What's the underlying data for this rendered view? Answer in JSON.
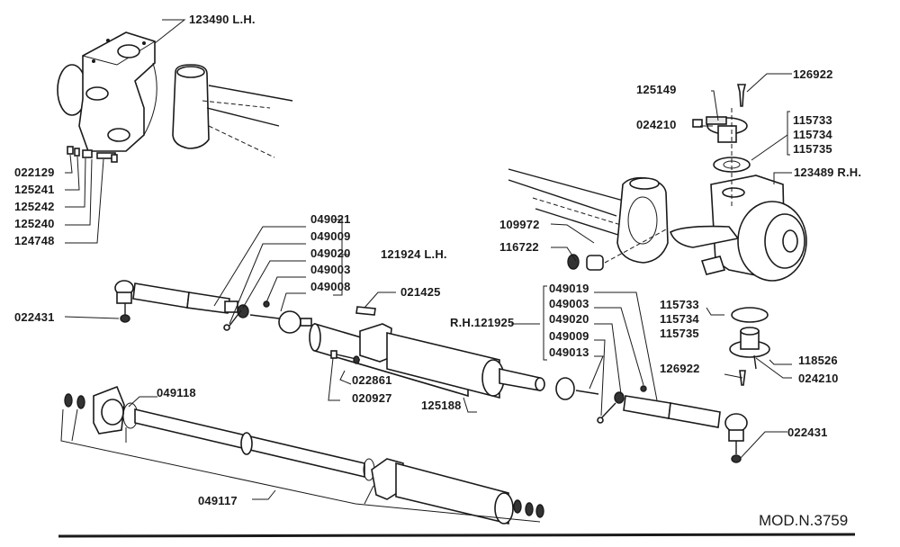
{
  "diagram": {
    "type": "exploded-parts-diagram",
    "subject": "Steering knuckles, tie rods and steering damper",
    "model_reference": "MOD.N.3759",
    "labels": {
      "knuckle_lh": "123490 L.H.",
      "l_022129": "022129",
      "l_125241": "125241",
      "l_125242": "125242",
      "l_125240": "125240",
      "l_124748": "124748",
      "l_126922_top": "126922",
      "l_125149": "125149",
      "l_024210_top": "024210",
      "l_115733_top": "115733",
      "l_115734_top": "115734",
      "l_115735_top": "115735",
      "knuckle_rh": "123489 R.H.",
      "l_109972": "109972",
      "l_116722": "116722",
      "lh_049021": "049021",
      "lh_049009": "049009",
      "lh_049020": "049020",
      "lh_049003": "049003",
      "lh_049008": "049008",
      "tierod_lh": "121924 L.H.",
      "l_021425": "021425",
      "l_022431_left": "022431",
      "tierod_rh": "R.H.121925",
      "rh_049019": "049019",
      "rh_049003": "049003",
      "rh_049020": "049020",
      "rh_049009": "049009",
      "rh_049013": "049013",
      "l_115733_bot": "115733",
      "l_115734_bot": "115734",
      "l_115735_bot": "115735",
      "l_118526": "118526",
      "l_024210_bot": "024210",
      "l_126922_bot": "126922",
      "l_022861": "022861",
      "l_020927": "020927",
      "l_125188": "125188",
      "l_022431_right": "022431",
      "l_049118": "049118",
      "l_049117": "049117"
    },
    "groups": [
      {
        "name": "121924 L.H.",
        "parts": [
          "049021",
          "049009",
          "049020",
          "049003",
          "049008"
        ]
      },
      {
        "name": "R.H.121925",
        "parts": [
          "049019",
          "049003",
          "049020",
          "049009",
          "049013"
        ]
      },
      {
        "name": "shims",
        "parts": [
          "115733",
          "115734",
          "115735"
        ]
      }
    ]
  }
}
